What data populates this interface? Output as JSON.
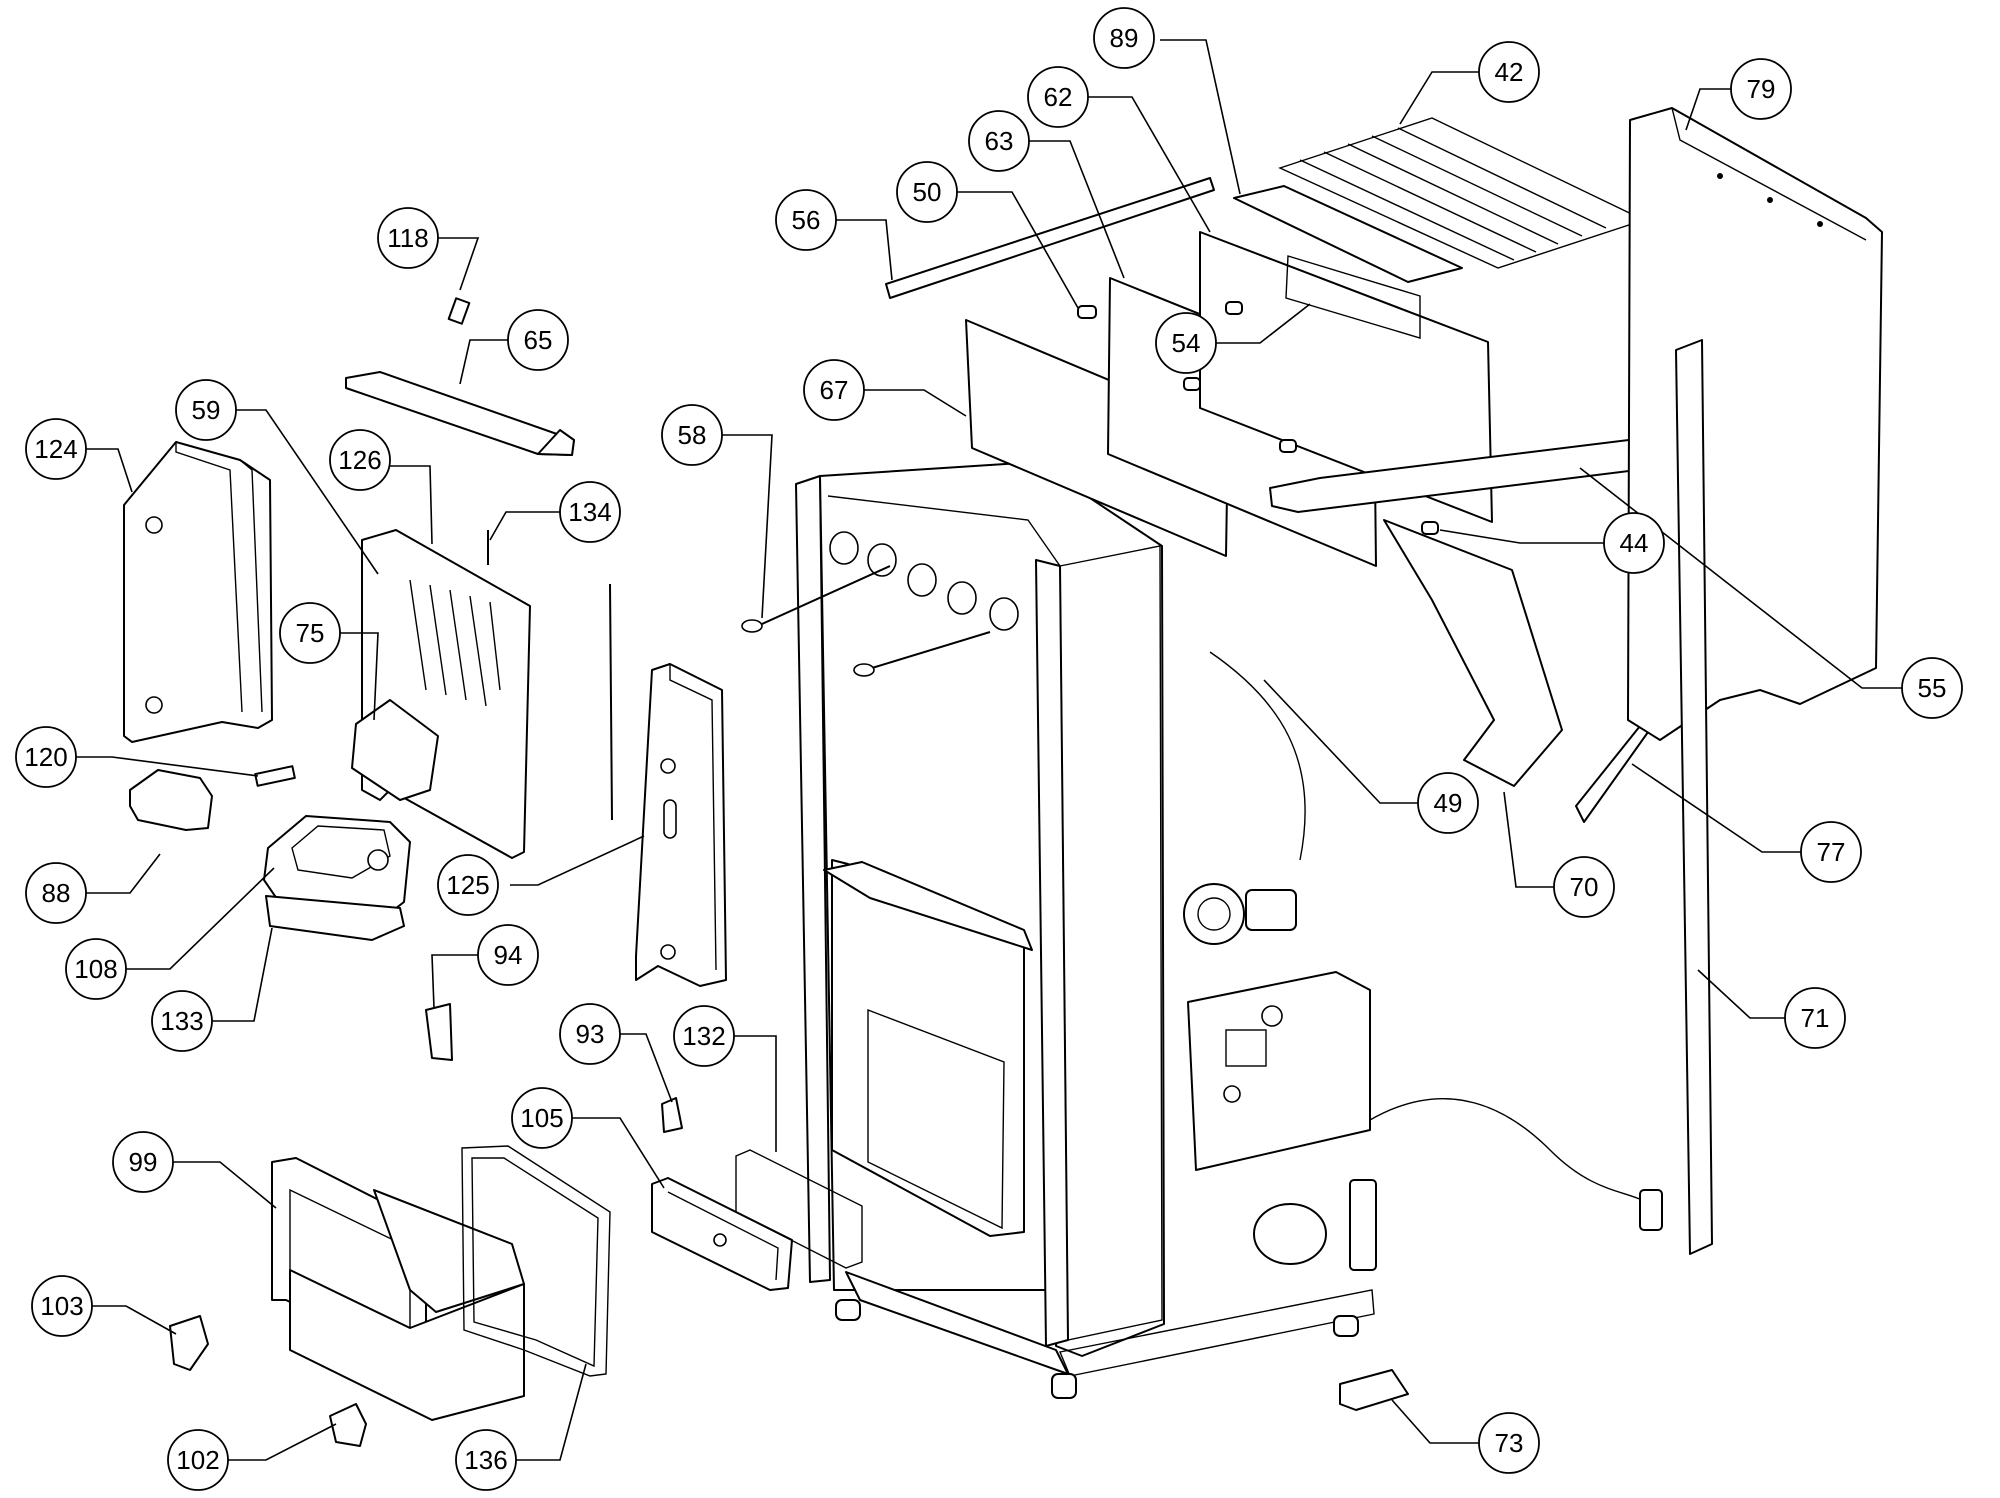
{
  "callouts": {
    "c118": "118",
    "c65": "65",
    "c59": "59",
    "c124": "124",
    "c126": "126",
    "c134": "134",
    "c75": "75",
    "c120": "120",
    "c88": "88",
    "c108": "108",
    "c133": "133",
    "c94": "94",
    "c125": "125",
    "c58": "58",
    "c67": "67",
    "c56": "56",
    "c50": "50",
    "c63": "63",
    "c62": "62",
    "c89": "89",
    "c42": "42",
    "c79": "79",
    "c54": "54",
    "c44": "44",
    "c55": "55",
    "c49": "49",
    "c70": "70",
    "c77": "77",
    "c71": "71",
    "c93": "93",
    "c132": "132",
    "c105": "105",
    "c99": "99",
    "c103": "103",
    "c102": "102",
    "c136": "136",
    "c73": "73"
  },
  "colors": {
    "line": "#000000",
    "background": "#ffffff"
  }
}
